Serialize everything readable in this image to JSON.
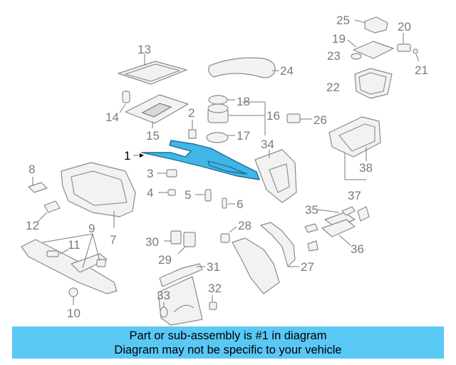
{
  "colors": {
    "highlight": "#3fb6e6",
    "banner": "#5ac8f5",
    "parts": "#8a8a8a"
  },
  "callouts": {
    "c1": "1",
    "c2": "2",
    "c3": "3",
    "c4": "4",
    "c5": "5",
    "c6": "6",
    "c7": "7",
    "c8": "8",
    "c9": "9",
    "c10": "10",
    "c11": "11",
    "c12": "12",
    "c13": "13",
    "c14": "14",
    "c15": "15",
    "c16": "16",
    "c17": "17",
    "c18": "18",
    "c19": "19",
    "c20": "20",
    "c21": "21",
    "c22": "22",
    "c23": "23",
    "c24": "24",
    "c25": "25",
    "c26": "26",
    "c27": "27",
    "c28": "28",
    "c29": "29",
    "c30": "30",
    "c31": "31",
    "c32": "32",
    "c33": "33",
    "c34": "34",
    "c35": "35",
    "c36": "36",
    "c37": "37",
    "c38": "38"
  },
  "banner": {
    "line1": "Part or sub-assembly is #1 in diagram",
    "line2": "Diagram may not be specific to your vehicle"
  }
}
